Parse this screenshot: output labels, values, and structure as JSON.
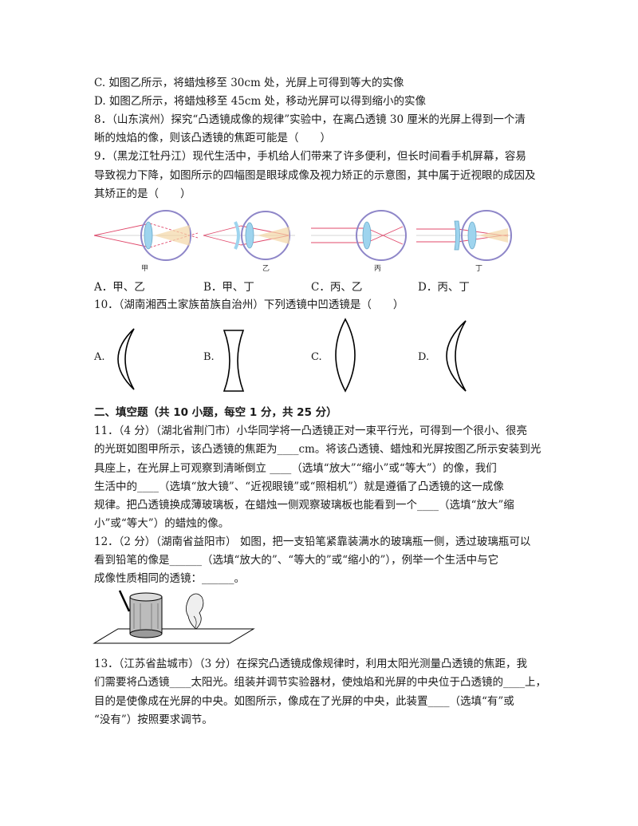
{
  "lines": {
    "l1": "C. 如图乙所示，将蜡烛移至 30cm 处，光屏上可得到等大的实像",
    "l2": "D. 如图乙所示，将蜡烛移至 45cm 处，移动光屏可以得到缩小的实像",
    "l3": "8．（山东滨州）探究“凸透镜成像的规律”实验中，在离凸透镜 30 厘米的光屏上得到一个清",
    "l4": "晰的烛焰的像，则该凸透镜的焦距可能是（　　）",
    "l5": "9．（黑龙江牡丹江）现代生活中，手机给人们带来了许多便利，但长时间看手机屏幕，容易",
    "l6": "导致视力下降，如图所示的四幅图是眼球成像及视力矫正的示意图，其中属于近视眼的成因及",
    "l7": "其矫正的是（　　）",
    "q10": "10．（湖南湘西土家族苗族自治州）下列透镜中凹透镜是（　　）",
    "section2": "二、填空题（共 10 小题，每空 1 分，共 25 分）",
    "q11a": "11．（4 分）（湖北省荆门市）小华同学将一凸透镜正对一束平行光，可得到一个很小、很亮",
    "q11b": "的光斑如图甲所示，该凸透镜的焦距为____cm。将该凸透镜、蜡烛和光屏按图乙所示安装到光",
    "q11c": "具座上，在光屏上可观察到清晰倒立 ____（选填“放大”“缩小”或“等大”）的像，我们",
    "q11d": "生活中的____（选填“放大镜”、“近视眼镜”或“照相机”）就是遵循了凸透镜的这一成像",
    "q11e": "规律。把凸透镜换成薄玻璃板，在蜡烛一侧观察玻璃板也能看到一个____（选填“放大”缩",
    "q11f": "小”或“等大”）的蜡烛的像。",
    "q12a": "12．（2 分）（湖南省益阳市） 如图，把一支铅笔紧靠装满水的玻璃瓶一侧，透过玻璃瓶可以",
    "q12b": "看到铅笔的像是______（选填“放大的”、“等大的”或“缩小的”），例举一个生活中与它",
    "q12c": "成像性质相同的透镜：______。",
    "q13a": "13．（江苏省盐城市）（3 分）在探究凸透镜成像规律时，利用太阳光测量凸透镜的焦距，我",
    "q13b": "们需要将凸透镜____太阳光。组装并调节实验器材，使烛焰和光屏的中央位于凸透镜的____上，",
    "q13c": "目的是使像成在光屏的中央。如图所示，像成在了光屏的中央，此装置____（选填“有”或",
    "q13d": "“没有”）按照要求调节。"
  },
  "q9_options": {
    "a": "A．甲、乙",
    "b": "B．甲、丁",
    "c": "C．丙、乙",
    "d": "D．丙、丁"
  },
  "q9_figure_labels": {
    "jia": "甲",
    "yi": "乙",
    "bing": "丙",
    "ding": "丁"
  },
  "q10_options": {
    "a": "A.",
    "b": "B.",
    "c": "C.",
    "d": "D."
  },
  "colors": {
    "ray": "#e0486b",
    "eye": "#8e86c8",
    "lens": "#9ed4ee",
    "accent": "#f3d7a6"
  }
}
